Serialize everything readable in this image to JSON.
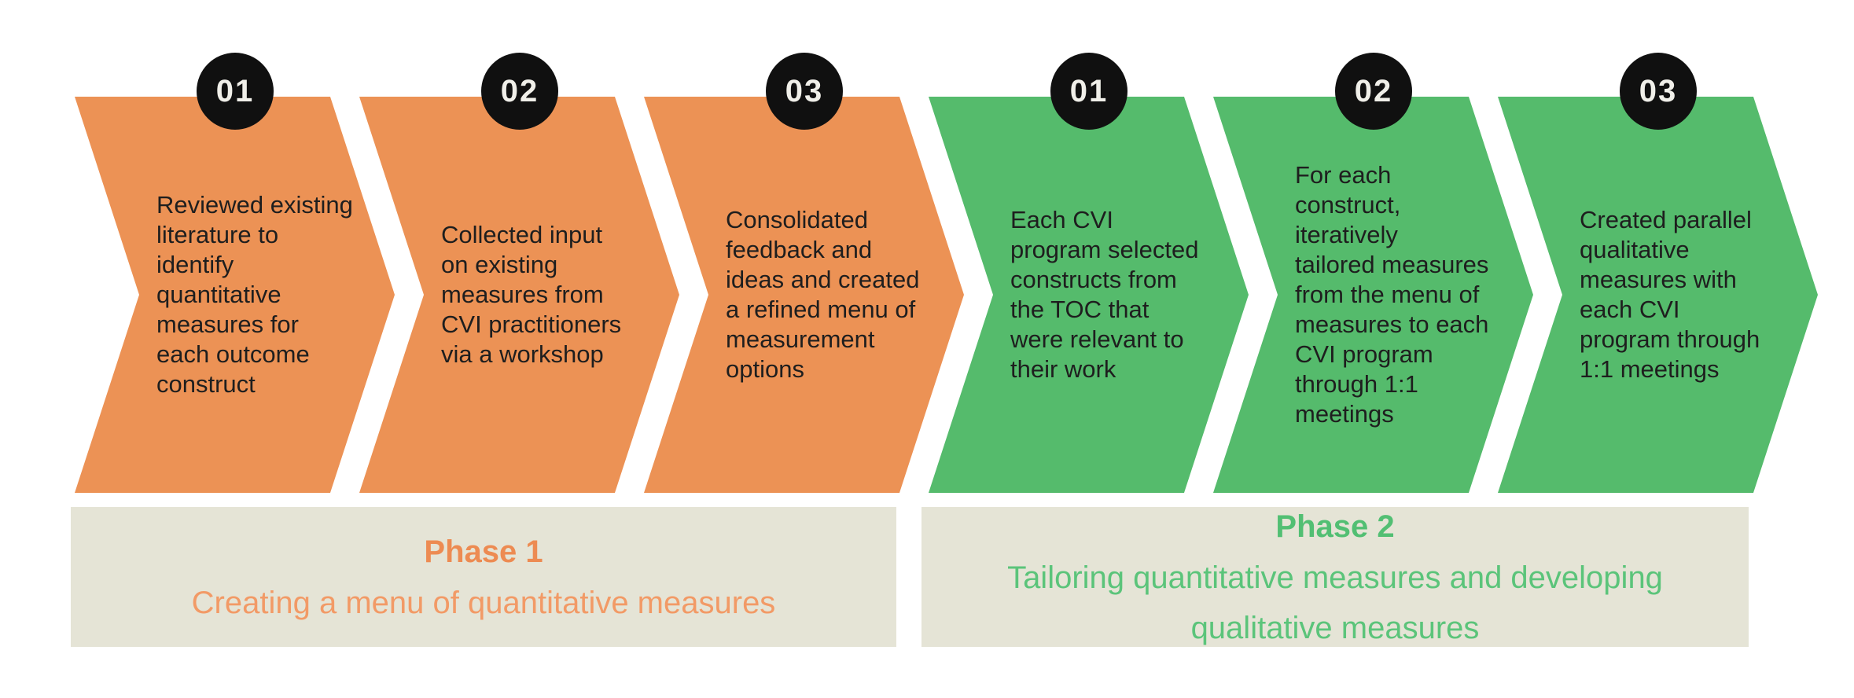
{
  "diagram": {
    "type": "process-chevron-flow",
    "colors": {
      "phase1_fill": "#EC9255",
      "phase2_fill": "#55BB6C",
      "badge_fill": "#101010",
      "badge_text": "#F0EFE9",
      "band_background": "#E5E4D6",
      "phase1_title_text": "#ED8B52",
      "phase1_subtitle_text": "#F29A66",
      "phase2_title_text": "#52BF73",
      "phase2_subtitle_text": "#5BC47A",
      "step_text": "#1E1E1E"
    }
  },
  "steps": [
    {
      "number": "01",
      "phase": "phase-1",
      "text": "Reviewed existing\nliterature to\nidentify\nquantitative\nmeasures for\neach outcome\nconstruct"
    },
    {
      "number": "02",
      "phase": "phase-1",
      "text": "Collected input\non existing\nmeasures from\nCVI practitioners\nvia a workshop"
    },
    {
      "number": "03",
      "phase": "phase-1",
      "text": "Consolidated\nfeedback and\nideas and created\na refined menu of\nmeasurement\noptions"
    },
    {
      "number": "01",
      "phase": "phase-2",
      "text": "Each CVI\nprogram selected\nconstructs from\nthe TOC that\nwere relevant to\ntheir work"
    },
    {
      "number": "02",
      "phase": "phase-2",
      "text": "For each\nconstruct,\niteratively\ntailored measures\nfrom the menu of\nmeasures to each\nCVI program\nthrough 1:1\nmeetings"
    },
    {
      "number": "03",
      "phase": "phase-2",
      "text": "Created parallel\nqualitative\nmeasures with\neach CVI\nprogram through\n1:1 meetings"
    }
  ],
  "phases": [
    {
      "label": "Phase 1",
      "subtitle": "Creating a menu of quantitative measures"
    },
    {
      "label": "Phase 2",
      "subtitle": "Tailoring quantitative measures and developing\nqualitative measures"
    }
  ]
}
